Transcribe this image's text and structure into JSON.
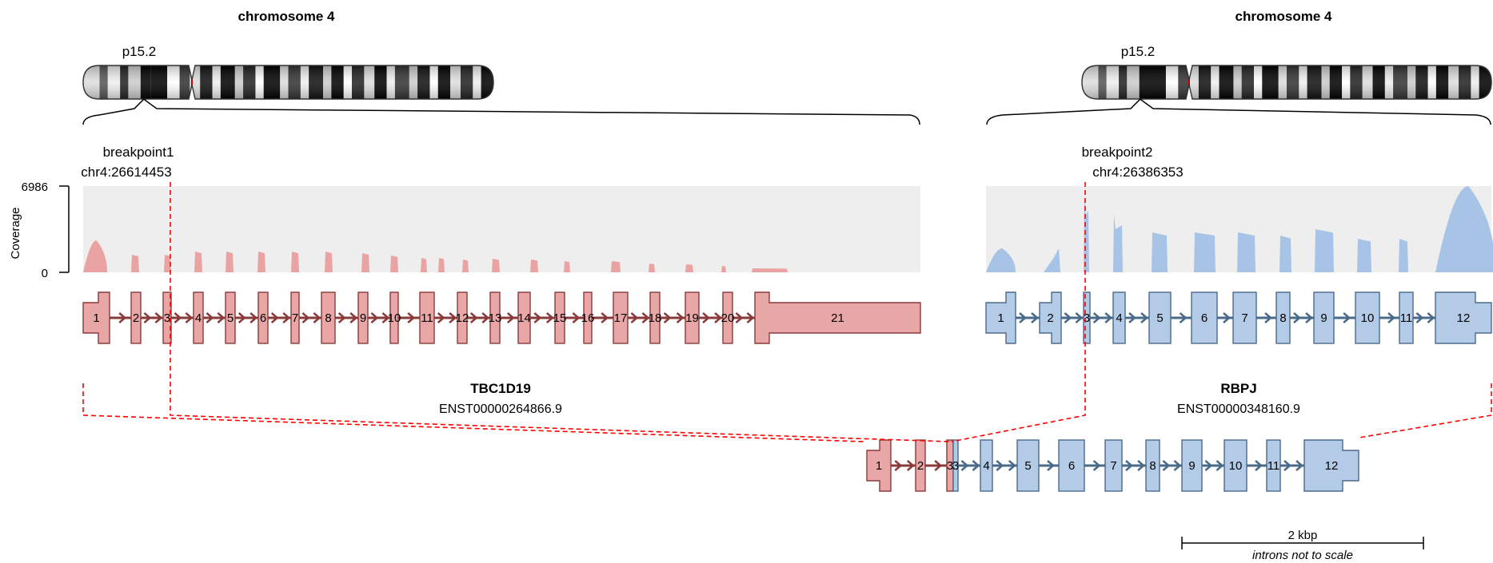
{
  "left": {
    "chromosome_title": "chromosome 4",
    "band": "p15.2",
    "breakpoint_label": "breakpoint1",
    "breakpoint_coord": "chr4:26614453",
    "gene": "TBC1D19",
    "transcript": "ENST00000264866.9",
    "exons": [
      "1",
      "2",
      "3",
      "4",
      "5",
      "6",
      "7",
      "8",
      "9",
      "10",
      "11",
      "12",
      "13",
      "14",
      "15",
      "16",
      "17",
      "18",
      "19",
      "20",
      "21"
    ],
    "color": "#e8a6a6",
    "stroke": "#8b3a3a",
    "coverage_color": "#eaa3a3"
  },
  "right": {
    "chromosome_title": "chromosome 4",
    "band": "p15.2",
    "breakpoint_label": "breakpoint2",
    "breakpoint_coord": "chr4:26386353",
    "gene": "RBPJ",
    "transcript": "ENST00000348160.9",
    "exons": [
      "1",
      "2",
      "3",
      "4",
      "5",
      "6",
      "7",
      "8",
      "9",
      "10",
      "11",
      "12"
    ],
    "color": "#b3cbe6",
    "stroke": "#4a6a8a",
    "coverage_color": "#a7c3e6"
  },
  "coverage_axis": {
    "label": "Coverage",
    "max": "6986",
    "min": "0"
  },
  "fusion_exons": [
    "1",
    "2",
    "3",
    "3",
    "4",
    "5",
    "6",
    "7",
    "8",
    "9",
    "10",
    "11",
    "12"
  ],
  "scale_bar": {
    "label": "2 kbp",
    "note": "introns not to scale"
  },
  "colors": {
    "breakpoint": "#ff0000",
    "coverage_bg": "#eeeeee"
  }
}
